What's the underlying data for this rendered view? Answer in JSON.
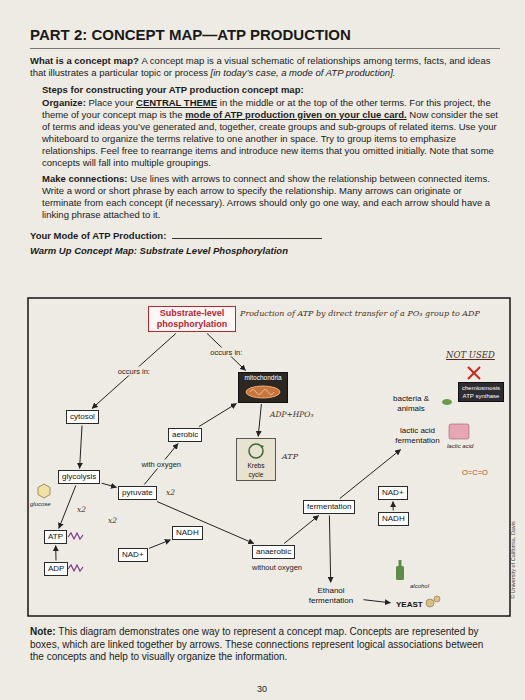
{
  "diagram": {
    "title": "PART 2: CONCEPT MAP—ATP PRODUCTION",
    "nodes": [
      {
        "text": [
          "Substrate-level phosphorylation"
        ]
      },
      {
        "text": [
          "mitochondria"
        ]
      },
      {
        "text": [
          "chemiosmosis",
          "ATP synthase"
        ]
      },
      {
        "text": [
          "bacteria & animals"
        ]
      },
      {
        "text": [
          "cytosol"
        ]
      },
      {
        "text": [
          "lactic acid fermentation"
        ]
      },
      {
        "text": [
          "aerobic"
        ]
      },
      {
        "text": [
          "Krebs cycle"
        ]
      },
      {
        "text": [
          "glycolysis"
        ]
      },
      {
        "text": [
          "pyruvate"
        ]
      },
      {
        "text": [
          "NAD+"
        ]
      },
      {
        "text": [
          "fermentation"
        ]
      },
      {
        "text": [
          "NADH"
        ]
      },
      {
        "text": [
          "NADH"
        ]
      },
      {
        "text": [
          "ATP"
        ]
      },
      {
        "text": [
          "anaerobic"
        ]
      },
      {
        "text": [
          "NAD+"
        ]
      },
      {
        "text": [
          "ADP"
        ]
      },
      {
        "text": [
          "Ethanol fermentation"
        ]
      },
      {
        "text": [
          "YEAST"
        ]
      }
    ],
    "edges": [
      {
        "from": 0,
        "to": 1,
        "label": "occurs in:",
        "arrow": "to"
      },
      {
        "from": 0,
        "to": 4,
        "label": "occurs in:",
        "arrow": "to"
      },
      {
        "from": 4,
        "to": 8,
        "arrow": "to"
      },
      {
        "from": 8,
        "to": 9,
        "arrow": "to"
      },
      {
        "from": 9,
        "to": 6,
        "label": "with oxygen",
        "arrow": "to"
      },
      {
        "from": 6,
        "to": 1,
        "arrow": "to"
      },
      {
        "from": 1,
        "to": 7,
        "arrow": "to"
      },
      {
        "from": 9,
        "to": 15,
        "arrow": "to"
      },
      {
        "from": 15,
        "to": 11,
        "arrow": "to"
      },
      {
        "from": 11,
        "to": 5,
        "arrow": "to"
      },
      {
        "from": 11,
        "to": 18,
        "arrow": "to"
      },
      {
        "from": 18,
        "to": 19,
        "arrow": "to"
      },
      {
        "from": 12,
        "to": 10,
        "arrow": "to"
      },
      {
        "from": 16,
        "to": 13,
        "arrow": "to"
      },
      {
        "from": 17,
        "to": 14,
        "arrow": "to"
      },
      {
        "from": 8,
        "to": 14,
        "arrow": "to"
      }
    ],
    "labels": [
      "What is a concept map?",
      "A concept map is a visual schematic of relationships among terms, facts, and ideas that illustrates a particular topic or process",
      "[in today’s case, a mode of ATP production].",
      "Steps for constructing your ATP production concept map:",
      "Organize:",
      "Place your",
      "CENTRAL THEME",
      "in the middle or at the top of the other terms. For this project, the theme of your concept map is the",
      "mode of ATP production given on your clue card.",
      "Now consider the set of terms and ideas you’ve generated and, together, create groups and sub-groups of related items. Use your whiteboard to organize the terms relative to one another in space. Try to group items to emphasize relationships. Feel free to rearrange items and introduce new items that you omitted initially. Note that some concepts will fall into multiple groupings.",
      "Make connections:",
      "Use lines with arrows to connect and show the relationship between connected items. Write a word or short phrase by each arrow to specify the relationship. Many arrows can originate or terminate from each concept (if necessary). Arrows should only go one way, and each arrow should have a linking phrase attached to it.",
      "Your Mode of ATP Production:",
      "Warm Up Concept Map: Substrate Level Phosphorylation",
      "Production of ATP by direct transfer of a PO₃ group to ADP",
      "NOT USED",
      "ADP+HPO₃",
      "ATP",
      "lactic acid",
      "x2",
      "O=C=O",
      "glucose",
      "x2",
      "x2",
      "without oxygen",
      "alcohol",
      "Note:",
      "This diagram demonstrates one way to represent a concept map. Concepts are represented by boxes, which are linked together by arrows. These connections represent logical associations between the concepts and help to visually organize the information.",
      "30",
      "© University of California, Davis"
    ]
  }
}
